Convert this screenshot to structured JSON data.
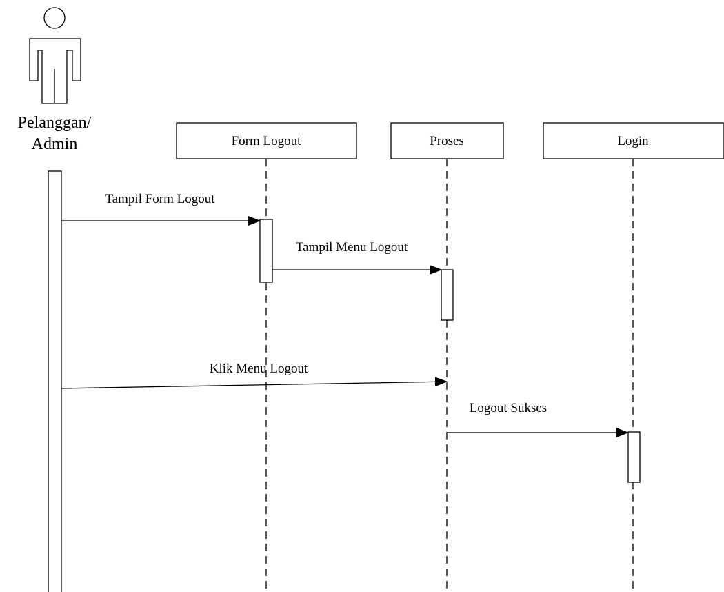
{
  "actor": {
    "name_line1": "Pelanggan/",
    "name_line2": "Admin"
  },
  "lifelines": [
    {
      "id": "form-logout",
      "label": "Form Logout"
    },
    {
      "id": "proses",
      "label": "Proses"
    },
    {
      "id": "login",
      "label": "Login"
    }
  ],
  "messages": [
    {
      "id": "tampil-form-logout",
      "label": "Tampil Form Logout"
    },
    {
      "id": "tampil-menu-logout",
      "label": "Tampil Menu Logout"
    },
    {
      "id": "klik-menu-logout",
      "label": "Klik Menu Logout"
    },
    {
      "id": "logout-sukses",
      "label": "Logout Sukses"
    }
  ]
}
